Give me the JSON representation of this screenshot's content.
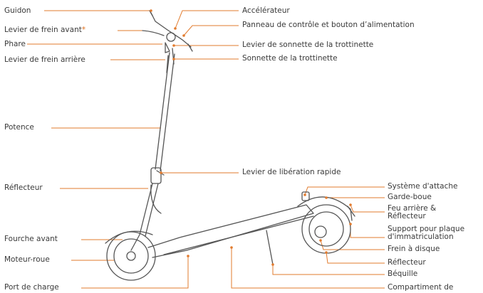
{
  "accent_color": "#e27b2e",
  "ink_color": "#3a3a3a",
  "labels": {
    "guidon": "Guidon",
    "levier_frein_avant": "Levier de frein avant",
    "levier_frein_avant_mark": "*",
    "phare": "Phare",
    "levier_frein_arriere": "Levier de frein arrière",
    "potence": "Potence",
    "reflecteur_gauche": "Réflecteur",
    "fourche_avant": "Fourche avant",
    "moteur_roue": "Moteur-roue",
    "port_de_charge": "Port de charge",
    "accelerateur": "Accélérateur",
    "panneau_controle": "Panneau de contrôle et bouton d’alimentation",
    "levier_sonnette": "Levier de sonnette de la trottinette",
    "sonnette": "Sonnette de la trottinette",
    "levier_liberation": "Levier de libération rapide",
    "systeme_attache": "Système d'attache",
    "garde_boue": "Garde-boue",
    "feu_arriere": "Feu arrière &\nRéflecteur",
    "support_plaque": "Support pour plaque\nd'immatriculation",
    "frein_disque": "Frein à disque",
    "reflecteur_droit": "Réflecteur",
    "bequille": "Béquille",
    "compartiment": "Compartiment de"
  }
}
